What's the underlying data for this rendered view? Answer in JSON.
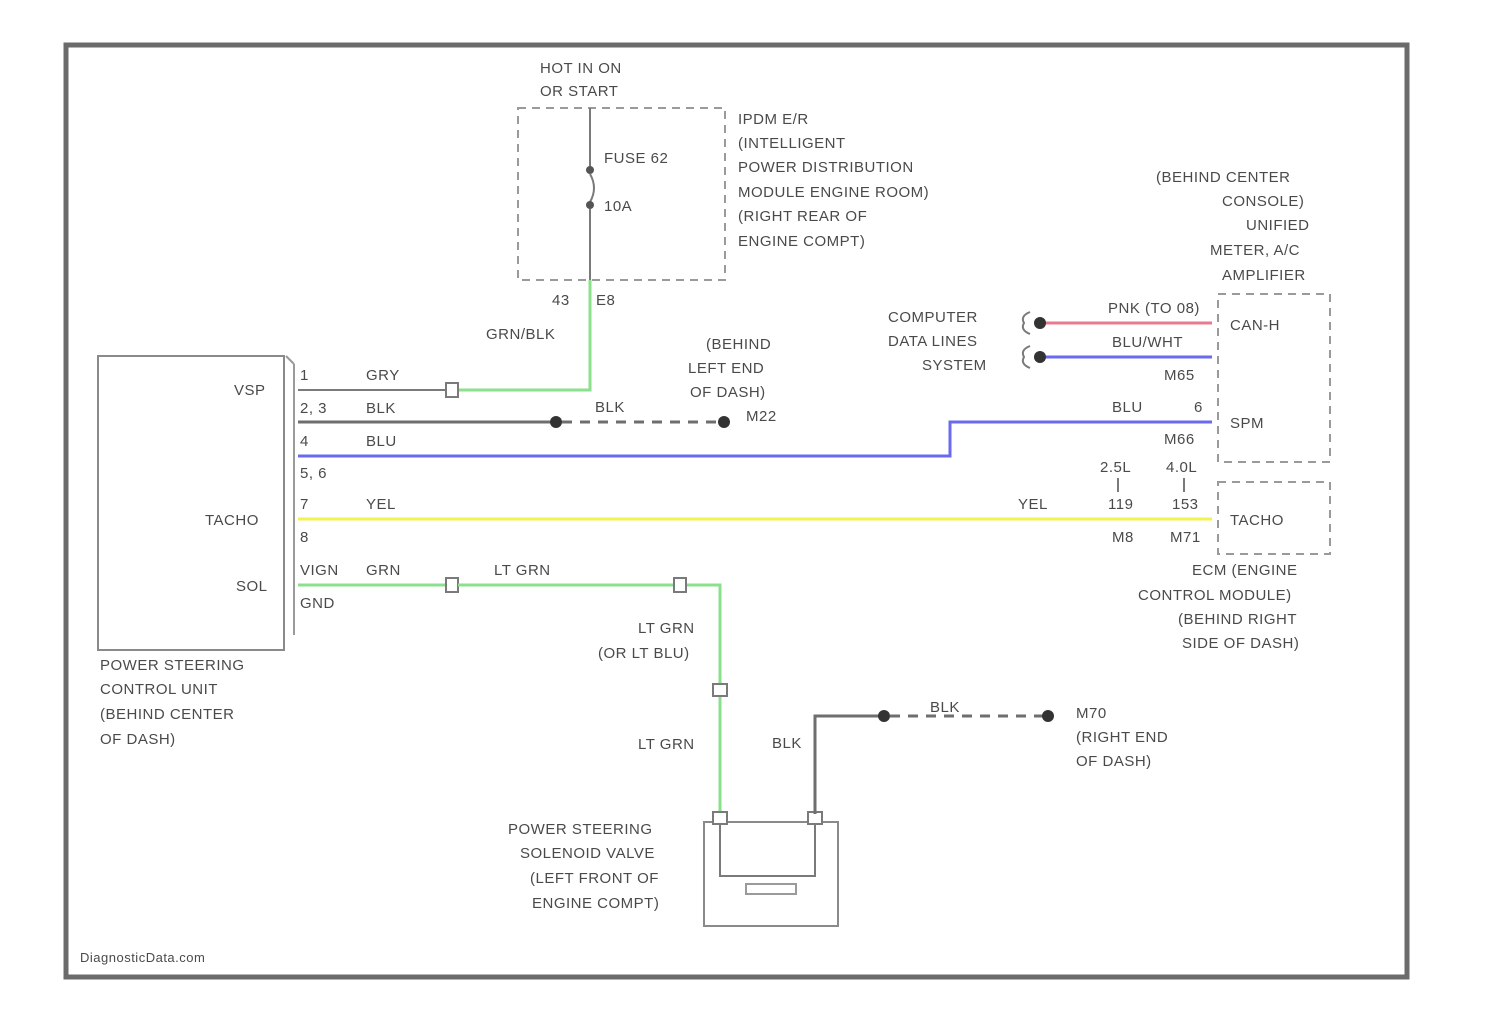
{
  "watermark": "DiagnosticData.com",
  "colors": {
    "gry_blk": "#8be08b",
    "blk": "#6e6e6e",
    "blu": "#6a6af0",
    "yel": "#f2f250",
    "grn": "#8be08b",
    "pnk": "#e87a8e",
    "frame": "#6b6b6b"
  },
  "fuse_block": {
    "source": [
      "HOT IN ON",
      "OR START"
    ],
    "fuse": [
      "FUSE 62",
      "10A"
    ],
    "description": [
      "IPDM E/R",
      "(INTELLIGENT",
      "POWER DISTRIBUTION",
      "MODULE ENGINE ROOM)",
      "(RIGHT REAR OF",
      "ENGINE COMPT)"
    ],
    "terminal": "43",
    "connector": "E8",
    "wire": "GRN/BLK"
  },
  "ground_left": {
    "label": [
      "(BEHIND",
      "LEFT END",
      "OF DASH)"
    ],
    "id": "M22",
    "wire": "BLK"
  },
  "power_steering_unit": {
    "label": [
      "POWER STEERING",
      "CONTROL UNIT",
      "(BEHIND CENTER",
      "OF DASH)"
    ],
    "pins": {
      "vsp": "VSP",
      "tacho": "TACHO",
      "sol": "SOL"
    },
    "rows": [
      {
        "pin": "1",
        "wire": "GRY"
      },
      {
        "pin": "2, 3",
        "wire": "BLK"
      },
      {
        "pin": "4",
        "wire": "BLU"
      },
      {
        "pin": "5, 6",
        "wire": ""
      },
      {
        "pin": "7",
        "wire": "YEL"
      },
      {
        "pin": "8",
        "wire": ""
      },
      {
        "pin": "VIGN",
        "wire": "GRN"
      },
      {
        "pin": "GND",
        "wire": ""
      }
    ]
  },
  "meter_amp": {
    "label": [
      "(BEHIND CENTER",
      "CONSOLE)",
      "UNIFIED",
      "METER, A/C",
      "AMPLIFIER"
    ],
    "canh": "CAN-H",
    "canl_wire": "BLU/WHT",
    "canh_wire": "PNK (TO 08)",
    "connector": "M65",
    "pin6": "6",
    "spm": "SPM",
    "m66": "M66",
    "blu": "BLU"
  },
  "computer_lines": [
    "COMPUTER",
    "DATA LINES",
    "SYSTEM"
  ],
  "ecm": {
    "label": [
      "ECM (ENGINE",
      "CONTROL MODULE)",
      "(BEHIND RIGHT",
      "SIDE OF DASH)"
    ],
    "tacho": "TACHO",
    "col1": [
      "2.5L",
      "119",
      "M8"
    ],
    "col2": [
      "4.0L",
      "153",
      "M71"
    ],
    "yel": "YEL"
  },
  "solenoid": {
    "label": [
      "POWER STEERING",
      "SOLENOID VALVE",
      "(LEFT FRONT OF",
      "ENGINE COMPT)"
    ],
    "wires": [
      "LT GRN",
      "LT GRN",
      "(OR LT BLU)",
      "LT GRN"
    ],
    "blk": "BLK"
  },
  "ground_right": {
    "label": [
      "(RIGHT END",
      "OF DASH)"
    ],
    "id": "M70",
    "wire": "BLK"
  }
}
